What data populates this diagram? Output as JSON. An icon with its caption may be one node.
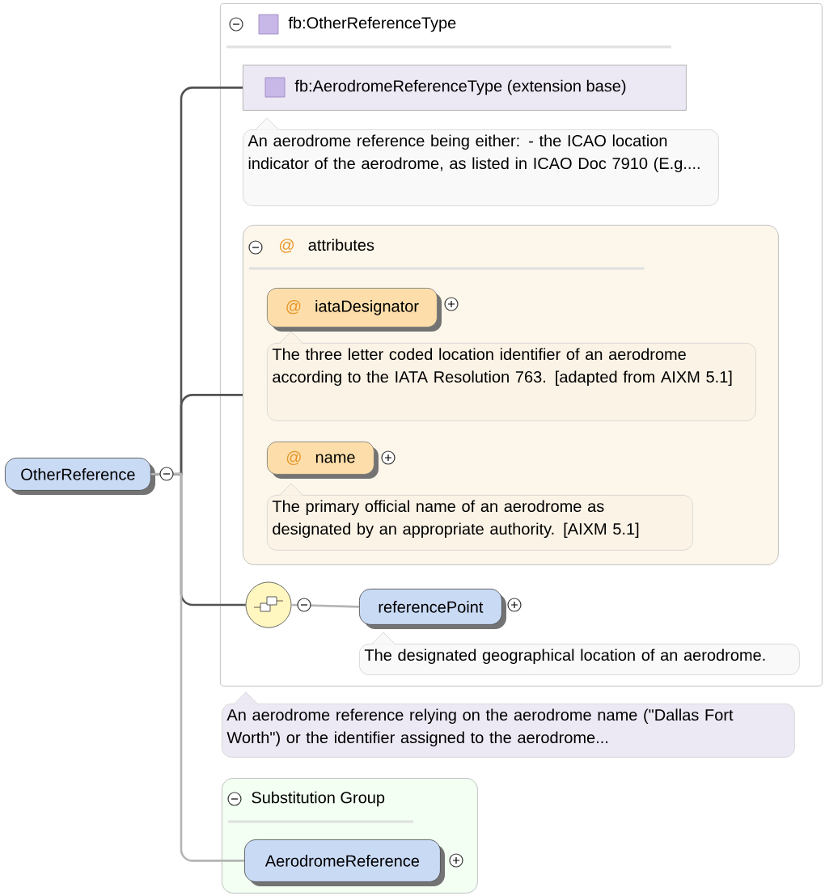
{
  "diagram": {
    "nodes": [
      {
        "text": [
          "OtherReference"
        ]
      },
      {
        "text": [
          "fb:OtherReferenceType"
        ]
      },
      {
        "text": [
          "fb:AerodromeReferenceType (extension base)"
        ],
        "in": 1
      },
      {
        "text": [
          "An aerodrome reference being either: - the ICAO location indicator of the aerodrome, as listed in ICAO Doc 7910 (E.g...."
        ],
        "in": 1
      },
      {
        "text": [
          "@",
          "attributes"
        ],
        "in": 1
      },
      {
        "text": [
          "@",
          "iataDesignator"
        ],
        "in": 4
      },
      {
        "text": [
          "The three letter coded location identifier of an aerodrome according to the IATA Resolution 763. [adapted from AIXM 5.1]"
        ],
        "in": 4
      },
      {
        "text": [
          "@",
          "name"
        ],
        "in": 4
      },
      {
        "text": [
          "The primary official name of an aerodrome as designated by an appropriate authority. [AIXM 5.1]"
        ],
        "in": 4
      },
      {
        "text": [],
        "shape": "circle",
        "in": 1
      },
      {
        "text": [
          "referencePoint"
        ],
        "in": 1
      },
      {
        "text": [
          "The designated geographical location of an aerodrome."
        ],
        "in": 1
      },
      {
        "text": [
          "An aerodrome reference relying on the aerodrome name (\"Dallas Fort Worth\") or the identifier assigned to the aerodrome..."
        ]
      },
      {
        "text": [
          "Substitution Group"
        ]
      },
      {
        "text": [
          "AerodromeReference"
        ],
        "in": 13
      }
    ],
    "edges": [
      {
        "from": 0,
        "to": 2,
        "arrow": "none"
      },
      {
        "from": 0,
        "to": 4,
        "arrow": "none"
      },
      {
        "from": 0,
        "to": 9,
        "arrow": "none"
      },
      {
        "from": 0,
        "to": 14,
        "arrow": "none",
        "color": "#b4b4b4"
      },
      {
        "from": 9,
        "to": 10,
        "arrow": "none",
        "color": "#b4b4b4"
      }
    ]
  }
}
